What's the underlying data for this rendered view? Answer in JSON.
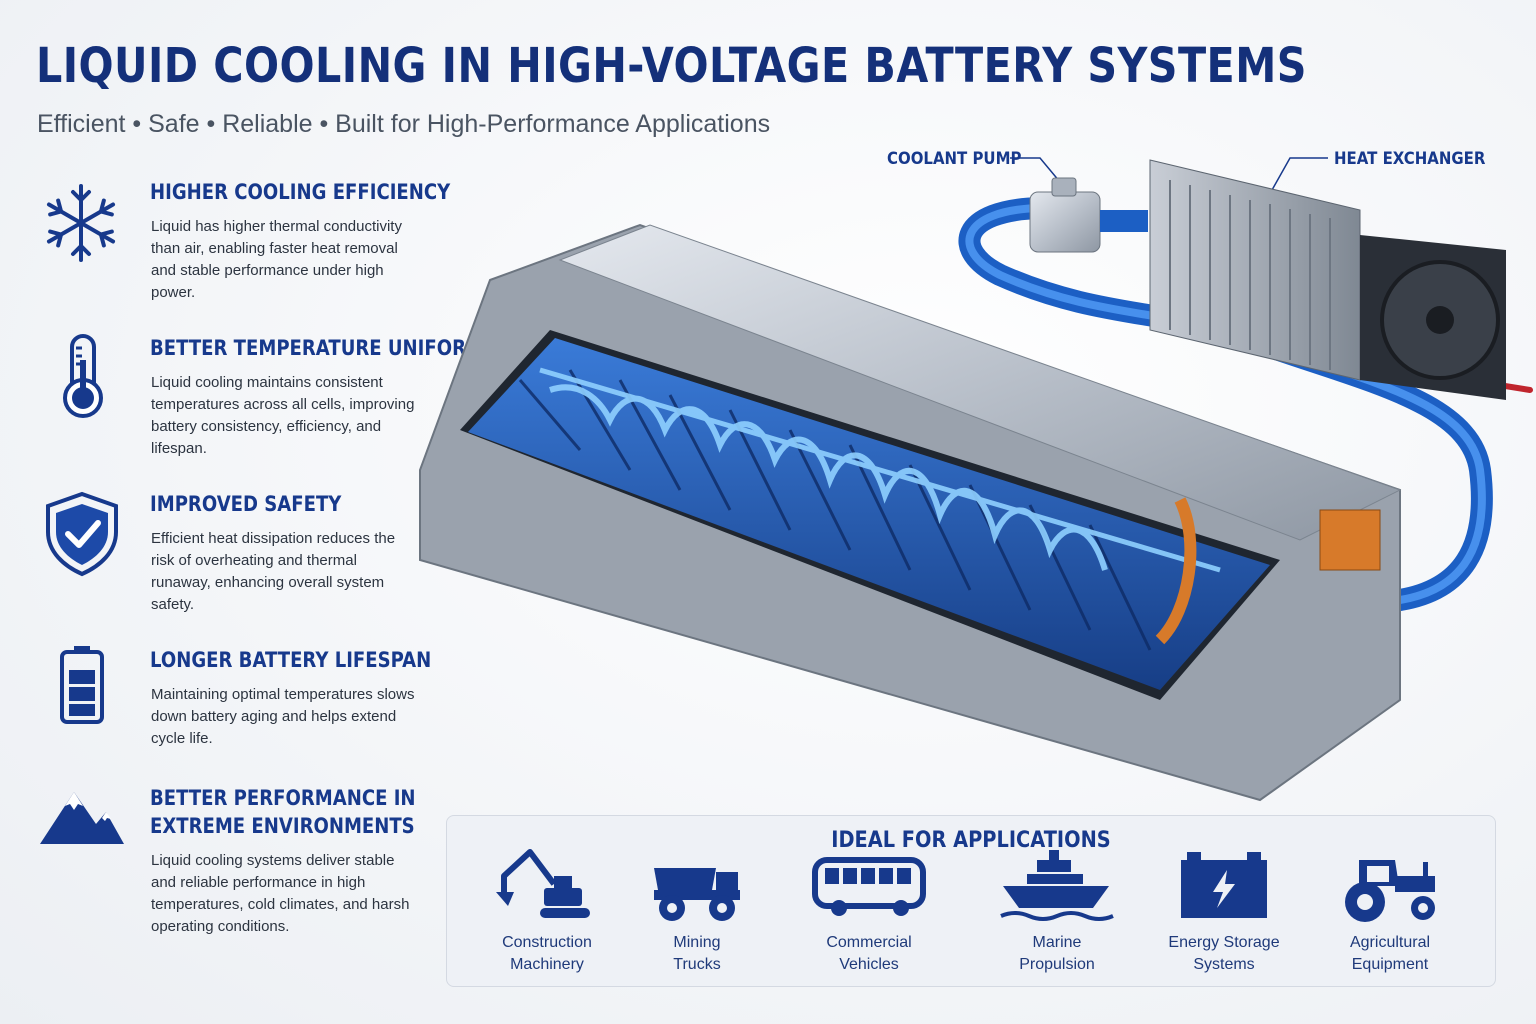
{
  "header": {
    "title": "LIQUID COOLING IN HIGH-VOLTAGE BATTERY SYSTEMS",
    "subtitle": "Efficient  •  Safe  •  Reliable  •  Built for High-Performance Applications"
  },
  "features": [
    {
      "icon": "snowflake-icon",
      "title": "HIGHER COOLING EFFICIENCY",
      "body": "Liquid has higher thermal conductivity than air, enabling faster heat removal and stable performance under high power."
    },
    {
      "icon": "thermometer-icon",
      "title": "BETTER TEMPERATURE UNIFORMITY",
      "body": "Liquid cooling maintains consistent temperatures across all cells, improving battery consistency, efficiency, and lifespan."
    },
    {
      "icon": "shield-check-icon",
      "title": "IMPROVED SAFETY",
      "body": "Efficient heat dissipation reduces the risk of overheating and thermal runaway, enhancing overall system safety."
    },
    {
      "icon": "battery-icon",
      "title": "LONGER BATTERY LIFESPAN",
      "body": "Maintaining optimal temperatures slows down battery aging and helps extend cycle life."
    },
    {
      "icon": "mountain-icon",
      "title": "BETTER PERFORMANCE IN\nEXTREME ENVIRONMENTS",
      "body": "Liquid cooling systems deliver stable and reliable performance in high temperatures, cold climates, and harsh operating conditions."
    }
  ],
  "diagram": {
    "coolant_pump_label": "COOLANT PUMP",
    "heat_exchanger_label": "HEAT EXCHANGER"
  },
  "applications": {
    "title": "IDEAL FOR APPLICATIONS",
    "items": [
      {
        "icon": "excavator-icon",
        "label": "Construction\nMachinery"
      },
      {
        "icon": "mining-truck-icon",
        "label": "Mining\nTrucks"
      },
      {
        "icon": "bus-icon",
        "label": "Commercial\nVehicles"
      },
      {
        "icon": "ship-icon",
        "label": "Marine\nPropulsion"
      },
      {
        "icon": "energy-storage-icon",
        "label": "Energy Storage\nSystems"
      },
      {
        "icon": "tractor-icon",
        "label": "Agricultural\nEquipment"
      }
    ]
  },
  "colors": {
    "title": "#14307a",
    "accent": "#17398c",
    "coolant": "#2f7be0",
    "cells": "#1f4fa0"
  }
}
